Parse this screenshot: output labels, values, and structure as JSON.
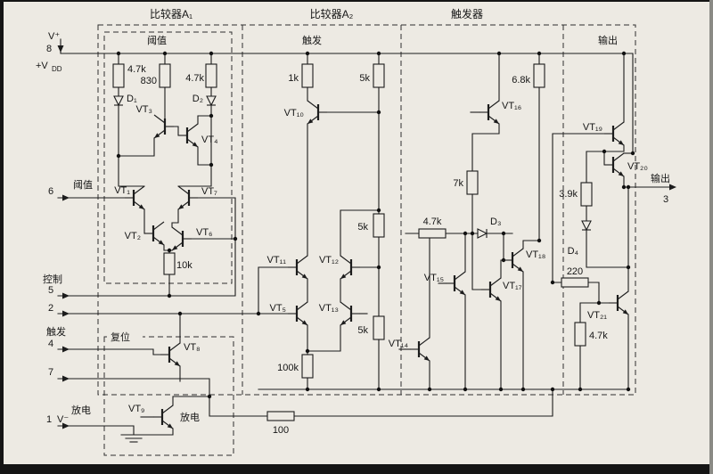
{
  "titles": {
    "a1": "比较器A₁",
    "a2": "比较器A₂",
    "ff": "触发器",
    "out": "输出",
    "a1_top": "阈值",
    "a2_top": "触发"
  },
  "pins": {
    "p8_v": "V⁺",
    "p8_n": "8",
    "p8_vdd": "+V",
    "p8_vdd_sub": "DD",
    "p6_label": "阈值",
    "p6_n": "6",
    "p5_label": "控制",
    "p5_n": "5",
    "p2_n": "2",
    "p2_label": "触发",
    "p4_n": "4",
    "p4_box": "复位",
    "p7_n": "7",
    "p7_label": "放电",
    "p1_n": "1",
    "p1_v": "V⁻",
    "p3_label": "输出",
    "p3_n": "3"
  },
  "parts": {
    "r1": "4.7k",
    "r2": "830",
    "r3": "4.7k",
    "d1": "D₁",
    "d2": "D₂",
    "d3": "D₃",
    "d4": "D₄",
    "vt1": "VT₁",
    "vt2": "VT₂",
    "vt3": "VT₃",
    "vt4": "VT₄",
    "vt5": "VT₅",
    "vt6": "VT₆",
    "vt7": "VT₇",
    "vt8": "VT₈",
    "vt9": "VT₉",
    "vt10": "VT₁₀",
    "vt11": "VT₁₁",
    "vt12": "VT₁₂",
    "vt13": "VT₁₃",
    "vt14": "VT₁₄",
    "vt15": "VT₁₅",
    "vt16": "VT₁₆",
    "vt17": "VT₁₇",
    "vt18": "VT₁₈",
    "vt19": "VT₁₉",
    "vt20": "VT₂₀",
    "vt21": "VT₂₁",
    "r10k": "10k",
    "r1k": "1k",
    "r5k_a": "5k",
    "r5k_b": "5k",
    "r5k_c": "5k",
    "r100k": "100k",
    "r100": "100",
    "r47k_m": "4.7k",
    "r68k": "6.8k",
    "r7k": "7k",
    "r39k": "3.9k",
    "r220": "220",
    "r47k_o": "4.7k",
    "discharge_inner": "放电"
  }
}
